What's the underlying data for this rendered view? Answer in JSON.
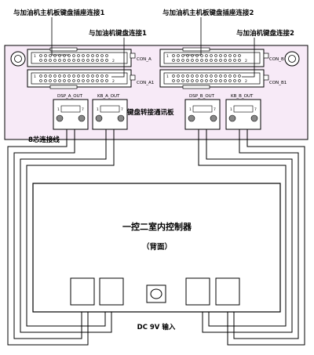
{
  "labels": {
    "main_board_socket_1": "与加油机主机板键盘插座连接1",
    "main_board_socket_2": "与加油机主机板键盘插座连接2",
    "keyboard_1": "与加油机键盘连接1",
    "keyboard_2": "与加油机键盘连接2",
    "con_a": "CON_A",
    "con_a1": "CON_A1",
    "con_b": "CON_B",
    "con_b1": "CON_B1",
    "dsp_a_out": "DSP_A_OUT",
    "kb_a_out": "KB_A_OUT",
    "dsp_b_out": "DSP_B_OUT",
    "kb_b_out": "KB_B_OUT",
    "adapter_board": "键盘转接通讯板",
    "cable": "8芯连接线",
    "controller_title": "一控二室内控制器",
    "controller_sub": "（背面）",
    "power": "DC 9V 输入"
  },
  "pin_marks": {
    "one": "1",
    "two": "2",
    "seven": "7"
  },
  "colors": {
    "board_fill": "#f7eaf7",
    "line": "#000000"
  }
}
